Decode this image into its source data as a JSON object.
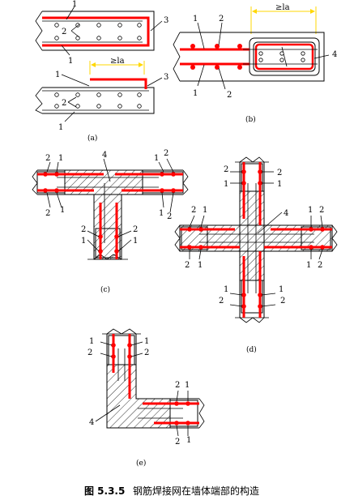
{
  "labels": {
    "bar1": "1",
    "bar2": "2",
    "hook": "3",
    "insert": "4",
    "lap": "≥la"
  },
  "subfigures": {
    "a": "(a)",
    "b": "(b)",
    "c": "(c)",
    "d": "(d)",
    "e": "(e)"
  },
  "caption": {
    "number": "图 5.3.5",
    "title": "钢筋焊接网在墙体端部的构造"
  },
  "colors": {
    "rebar": "#ff0000",
    "line": "#000000",
    "dimension": "#ffd700",
    "background": "#ffffff"
  }
}
